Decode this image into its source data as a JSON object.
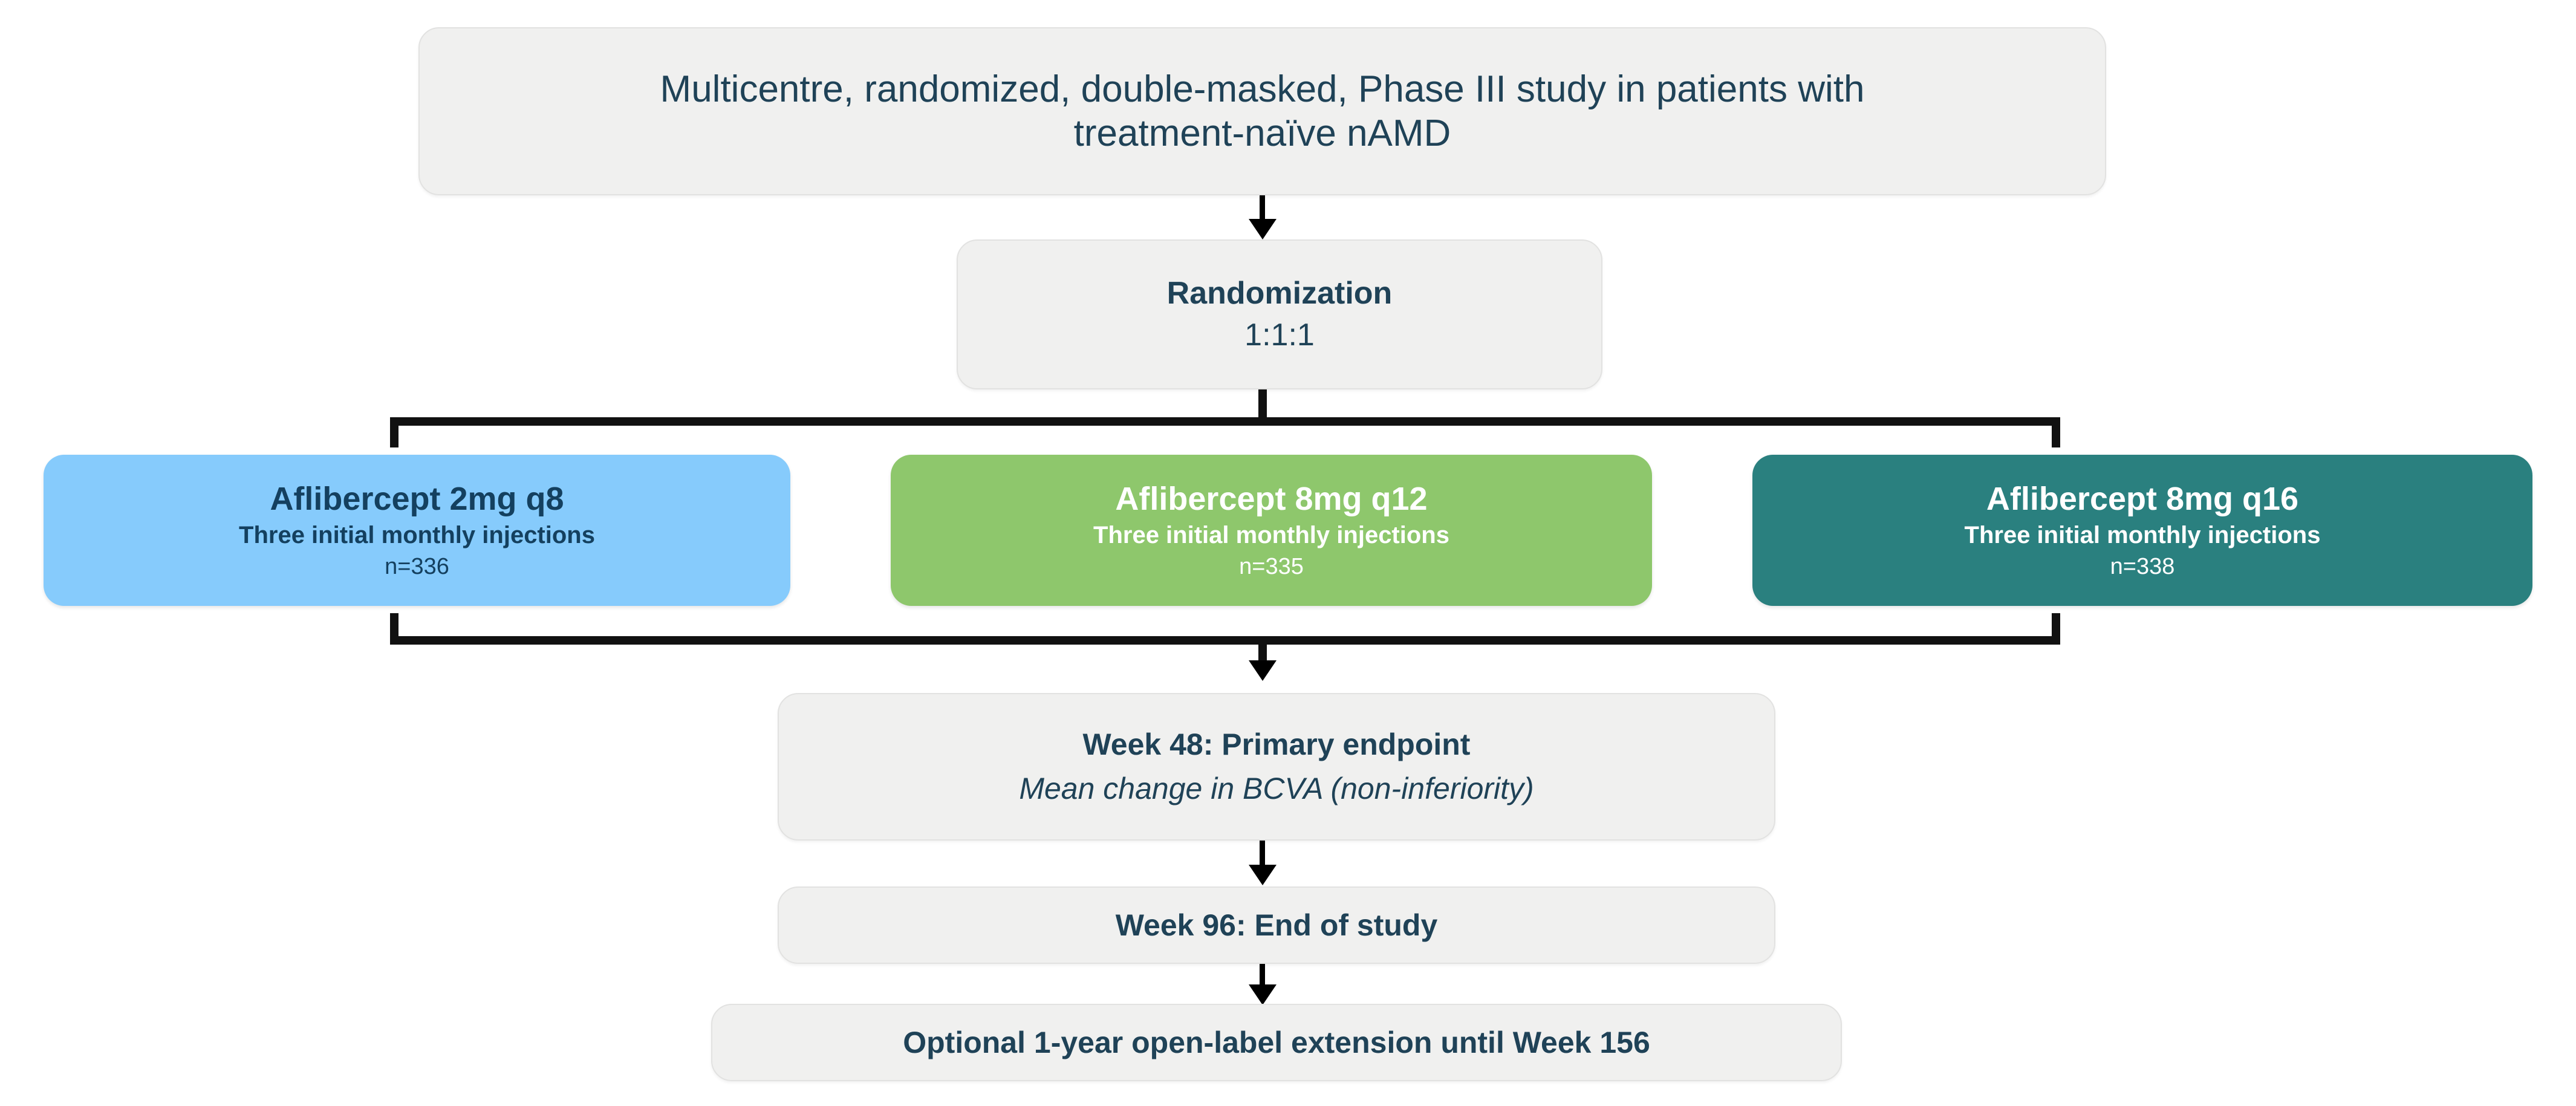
{
  "diagram": {
    "title": "Phase III study design flow diagram",
    "colors": {
      "box_grey": "#F0F0EF",
      "box_grey_border": "#E2E2E1",
      "text_dark": "#1F4257",
      "arm_blue": "#86CBFC",
      "arm_green": "#8EC76C",
      "arm_teal": "#2A807F",
      "connector": "#000000",
      "arm_blue_text": "#14405F",
      "arm_light_text": "#FFFFFF"
    },
    "study_box": {
      "line1": "Multicentre, randomized, double-masked, Phase III study in patients with",
      "line2": "treatment-naïve nAMD"
    },
    "randomization_box": {
      "label": "Randomization",
      "ratio": "1:1:1"
    },
    "arms": [
      {
        "title": "Aflibercept 2mg q8",
        "subtitle": "Three initial monthly injections",
        "n": "n=336",
        "color": "#86CBFC",
        "text_color": "#14405F"
      },
      {
        "title": "Aflibercept 8mg q12",
        "subtitle": "Three initial monthly injections",
        "n": "n=335",
        "color": "#8EC76C",
        "text_color": "#FFFFFF"
      },
      {
        "title": "Aflibercept 8mg q16",
        "subtitle": "Three initial monthly injections",
        "n": "n=338",
        "color": "#2A807F",
        "text_color": "#FFFFFF"
      }
    ],
    "primary_endpoint_box": {
      "line1": "Week 48: Primary endpoint",
      "line2": "Mean change in BCVA (non-inferiority)"
    },
    "end_of_study_box": {
      "label": "Week 96: End of study"
    },
    "extension_box": {
      "label": "Optional 1-year open-label extension until Week 156"
    }
  }
}
